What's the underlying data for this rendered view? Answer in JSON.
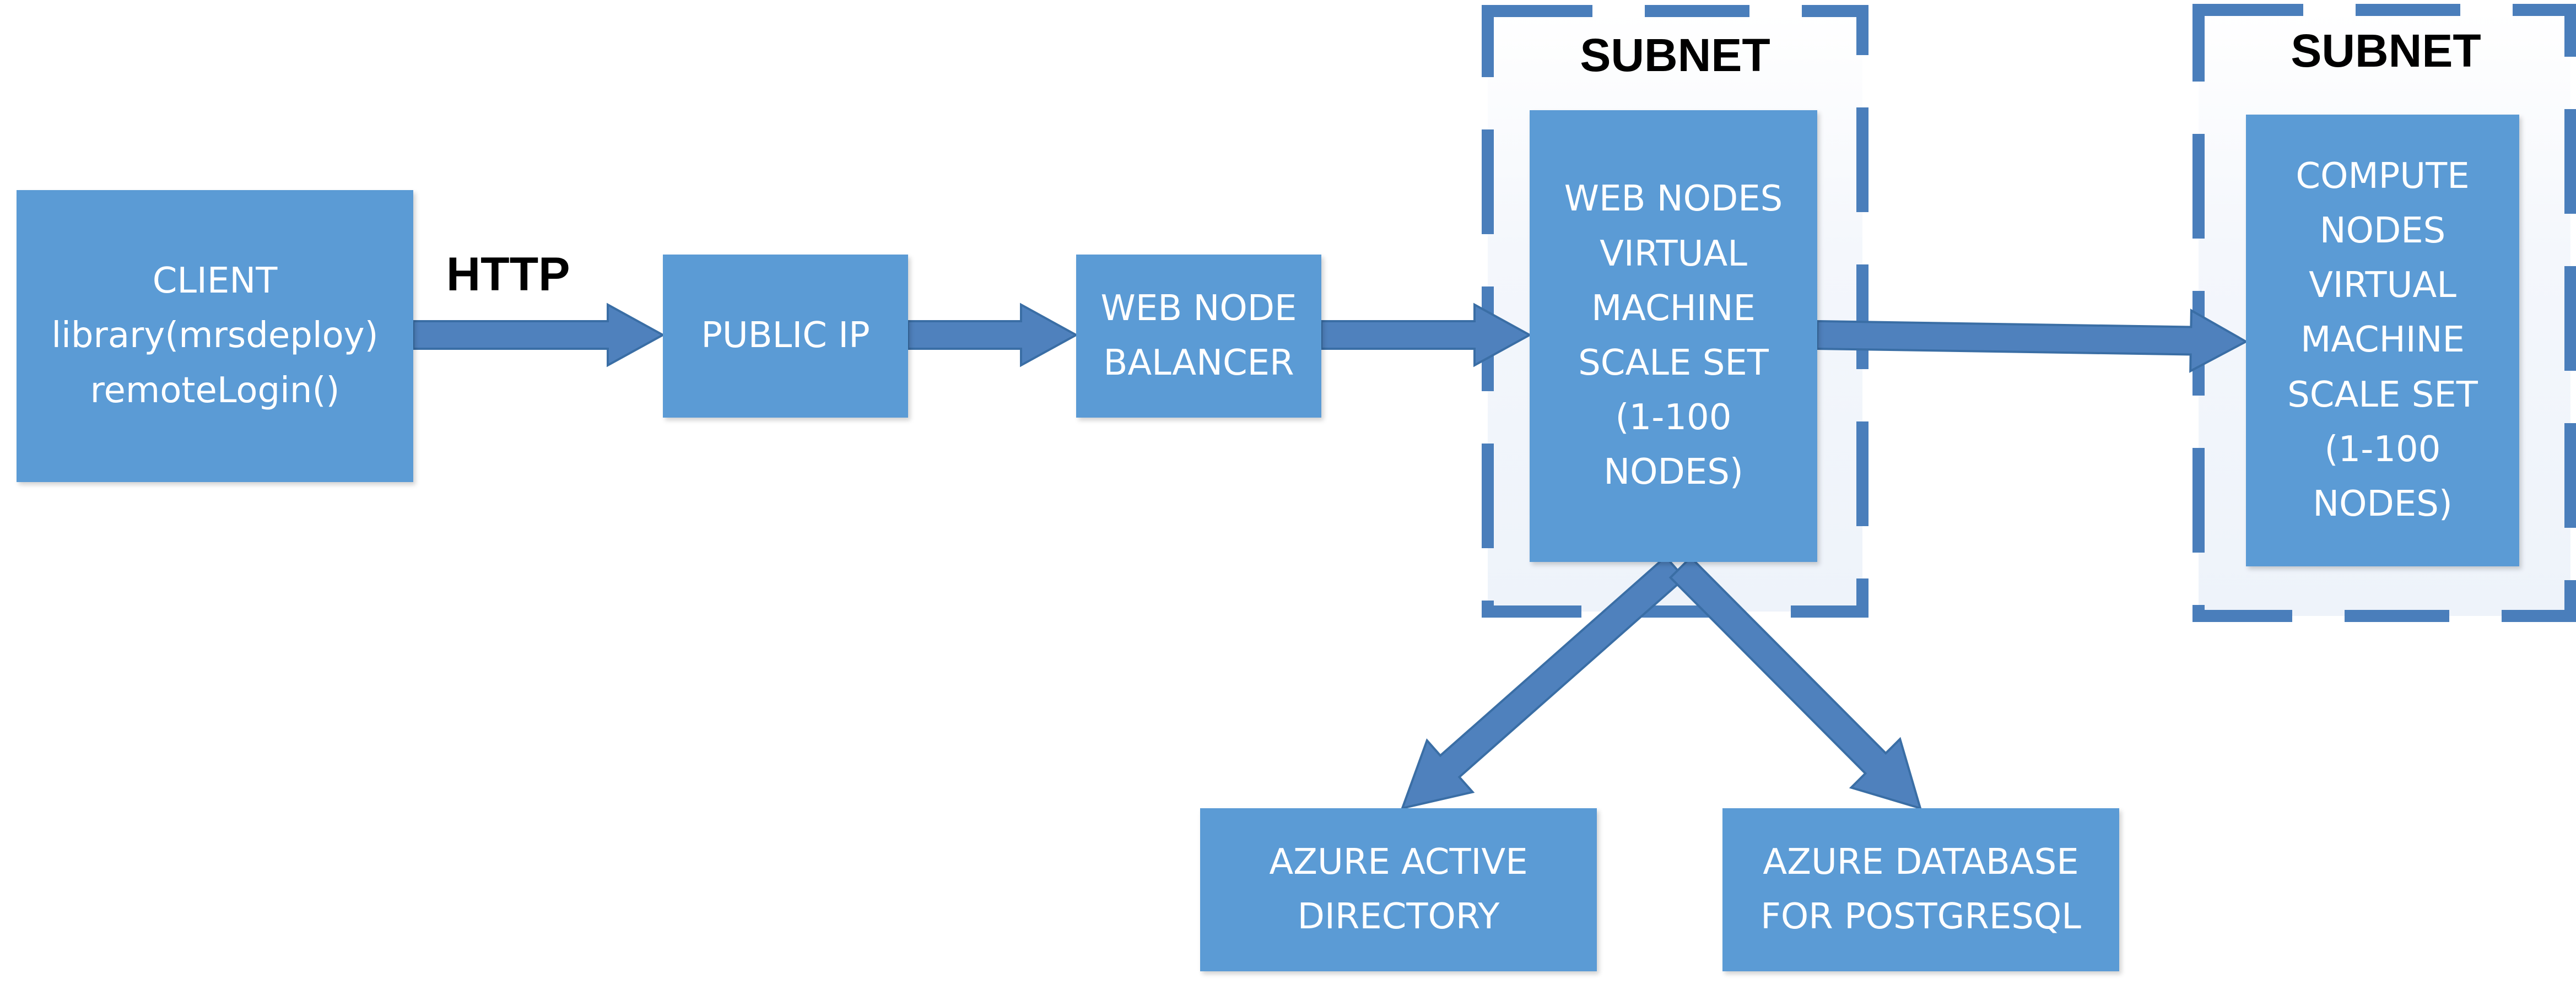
{
  "colors": {
    "node_fill": "#5b9bd5",
    "node_text": "#ffffff",
    "arrow_fill": "#4f81bd",
    "arrow_stroke": "#3a6ea5",
    "subnet_border": "#4a7ebb"
  },
  "subnets": [
    {
      "label": "SUBNET"
    },
    {
      "label": "SUBNET"
    }
  ],
  "nodes": {
    "client": {
      "lines": [
        "CLIENT",
        "library(mrsdeploy)",
        "remoteLogin()"
      ]
    },
    "public_ip": {
      "lines": [
        "PUBLIC IP"
      ]
    },
    "balancer": {
      "lines": [
        "WEB NODE",
        "BALANCER"
      ]
    },
    "web_nodes": {
      "lines": [
        "WEB NODES",
        "VIRTUAL",
        "MACHINE",
        "SCALE SET",
        "(1-100",
        "NODES)"
      ]
    },
    "compute_nodes": {
      "lines": [
        "COMPUTE",
        "NODES",
        "VIRTUAL",
        "MACHINE",
        "SCALE SET",
        "(1-100",
        "NODES)"
      ]
    },
    "azure_ad": {
      "lines": [
        "AZURE ACTIVE",
        "DIRECTORY"
      ]
    },
    "azure_db": {
      "lines": [
        "AZURE DATABASE",
        "FOR POSTGRESQL"
      ]
    }
  },
  "edges": {
    "http_label": "HTTP"
  }
}
